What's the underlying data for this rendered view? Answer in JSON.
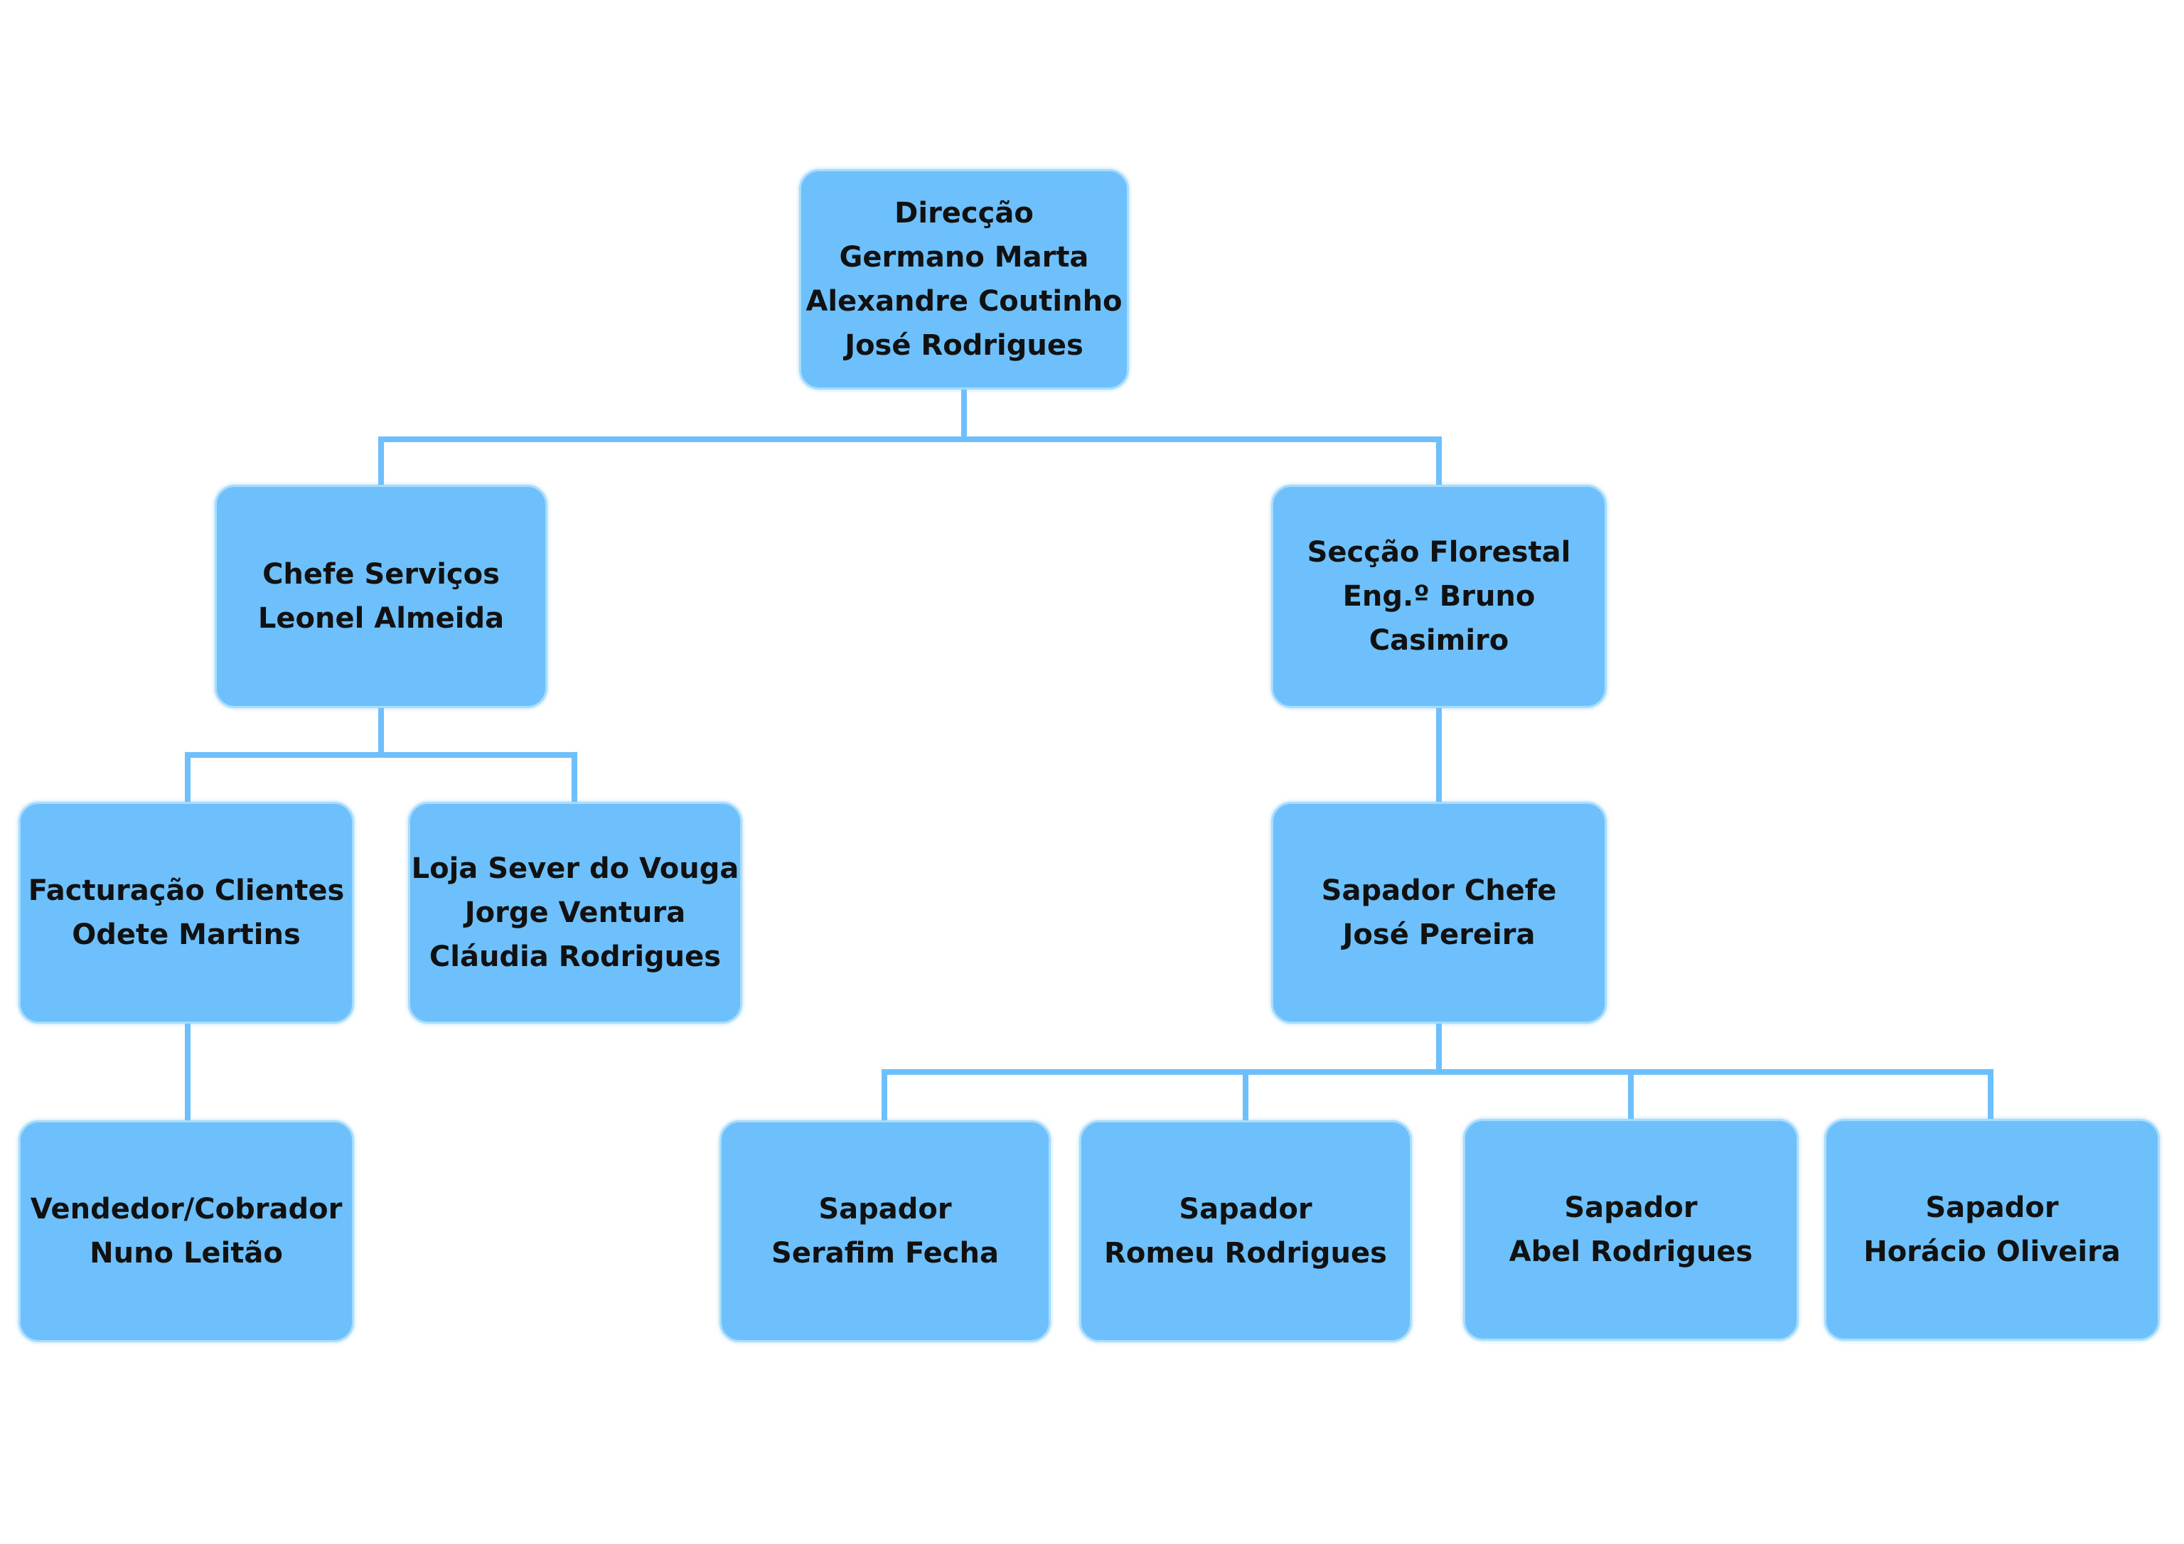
{
  "nodes": {
    "direccao": [
      "Direcção",
      "Germano Marta",
      "Alexandre Coutinho",
      "José Rodrigues"
    ],
    "chefe_servicos": [
      "Chefe Serviços",
      "Leonel Almeida"
    ],
    "seccao_florestal": [
      "Secção Florestal",
      "Eng.º Bruno",
      "Casimiro"
    ],
    "facturacao": [
      "Facturação Clientes",
      "Odete Martins"
    ],
    "loja": [
      "Loja Sever do Vouga",
      "Jorge Ventura",
      "Cláudia Rodrigues"
    ],
    "sapador_chefe": [
      "Sapador Chefe",
      "José Pereira"
    ],
    "vendedor": [
      "Vendedor/Cobrador",
      "Nuno Leitão"
    ],
    "sapador_serafim": [
      "Sapador",
      "Serafim Fecha"
    ],
    "sapador_romeu": [
      "Sapador",
      "Romeu Rodrigues"
    ],
    "sapador_abel": [
      "Sapador",
      "Abel Rodrigues"
    ],
    "sapador_horacio": [
      "Sapador",
      "Horácio Oliveira"
    ]
  },
  "colors": {
    "box_fill": "#6ec0fd",
    "box_border": "#a8dcff",
    "connector": "#6ec0fd",
    "text": "#111111"
  }
}
